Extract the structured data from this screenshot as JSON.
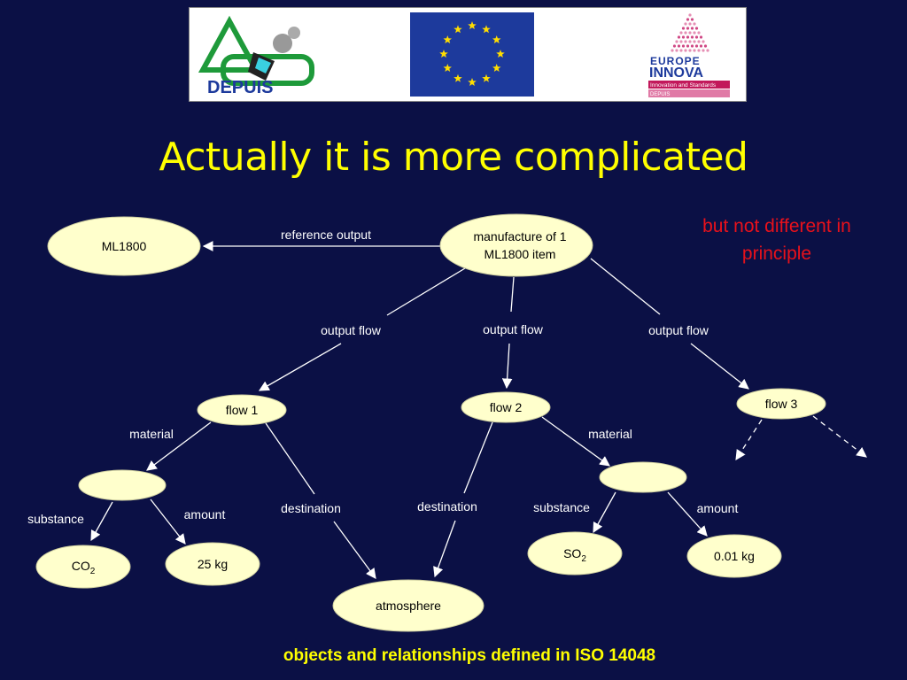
{
  "logos": {
    "left_text": "DEPUIS",
    "right_text_1": "EUROPE",
    "right_text_2": "INNOVA",
    "right_text_3": "Innovation and Standards",
    "right_text_4": "DEPUIS"
  },
  "title": "Actually it is more complicated",
  "side_note_line1": "but not different in",
  "side_note_line2": "principle",
  "footer": "objects and relationships defined in ISO 14048",
  "nodes": {
    "ml1800": "ML1800",
    "manufacture_line1": "manufacture of 1",
    "manufacture_line2": "ML1800 item",
    "flow1": "flow 1",
    "flow2": "flow 2",
    "flow3": "flow 3",
    "co2_main": "CO",
    "co2_sub": "2",
    "kg25": "25 kg",
    "so2_main": "SO",
    "so2_sub": "2",
    "kg001": "0.01 kg",
    "atmosphere": "atmosphere"
  },
  "edge_labels": {
    "reference_output": "reference output",
    "output_flow_1": "output flow",
    "output_flow_2": "output flow",
    "output_flow_3": "output flow",
    "material_1": "material",
    "material_2": "material",
    "substance_1": "substance",
    "substance_2": "substance",
    "amount_1": "amount",
    "amount_2": "amount",
    "destination_1": "destination",
    "destination_2": "destination"
  },
  "colors": {
    "background": "#0b1045",
    "node_fill": "#ffffcc",
    "title": "#ffff00",
    "note": "#e8111b",
    "eu_blue": "#1d3a9c",
    "eu_star": "#ffdd00",
    "depuis_green": "#1e9a3a"
  }
}
